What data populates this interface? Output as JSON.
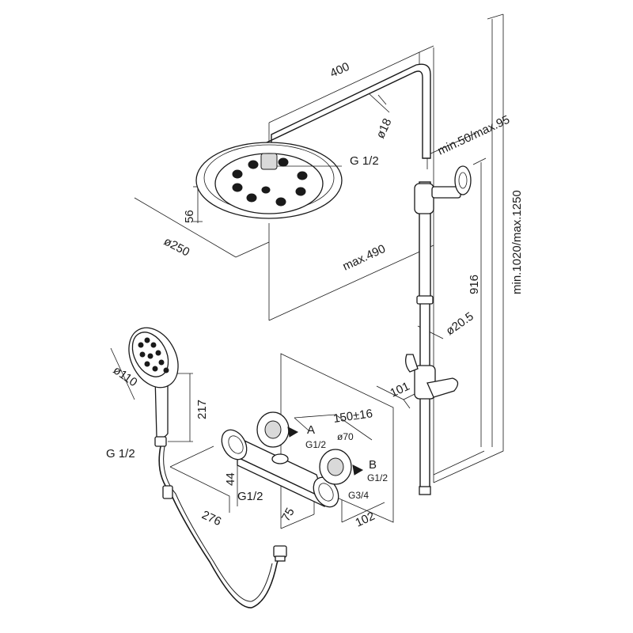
{
  "dimensions": {
    "arm_length": "400",
    "arm_diameter": "ø18",
    "head_connection": "G 1/2",
    "head_height": "56",
    "head_diameter": "ø250",
    "head_offset": "max.490",
    "wall_bracket_offset": "min.50/max.95",
    "total_height": "min.1020/max.1250",
    "riser_height": "916",
    "riser_diameter": "ø20.5",
    "slider_depth": "101",
    "hand_shower_diameter": "ø110",
    "hand_shower_length": "217",
    "hose_connection": "G 1/2",
    "mixer_centres": "150±16",
    "outlet_a_label": "A",
    "outlet_a_thread": "G1/2",
    "eccentric_diameter": "ø70",
    "outlet_b_label": "B",
    "outlet_b_thread": "G1/2",
    "inlet_thread": "G3/4",
    "mixer_height": "44",
    "mixer_connection": "G1/2",
    "mixer_width": "276",
    "mixer_depth": "75",
    "mixer_wall_depth": "102"
  }
}
